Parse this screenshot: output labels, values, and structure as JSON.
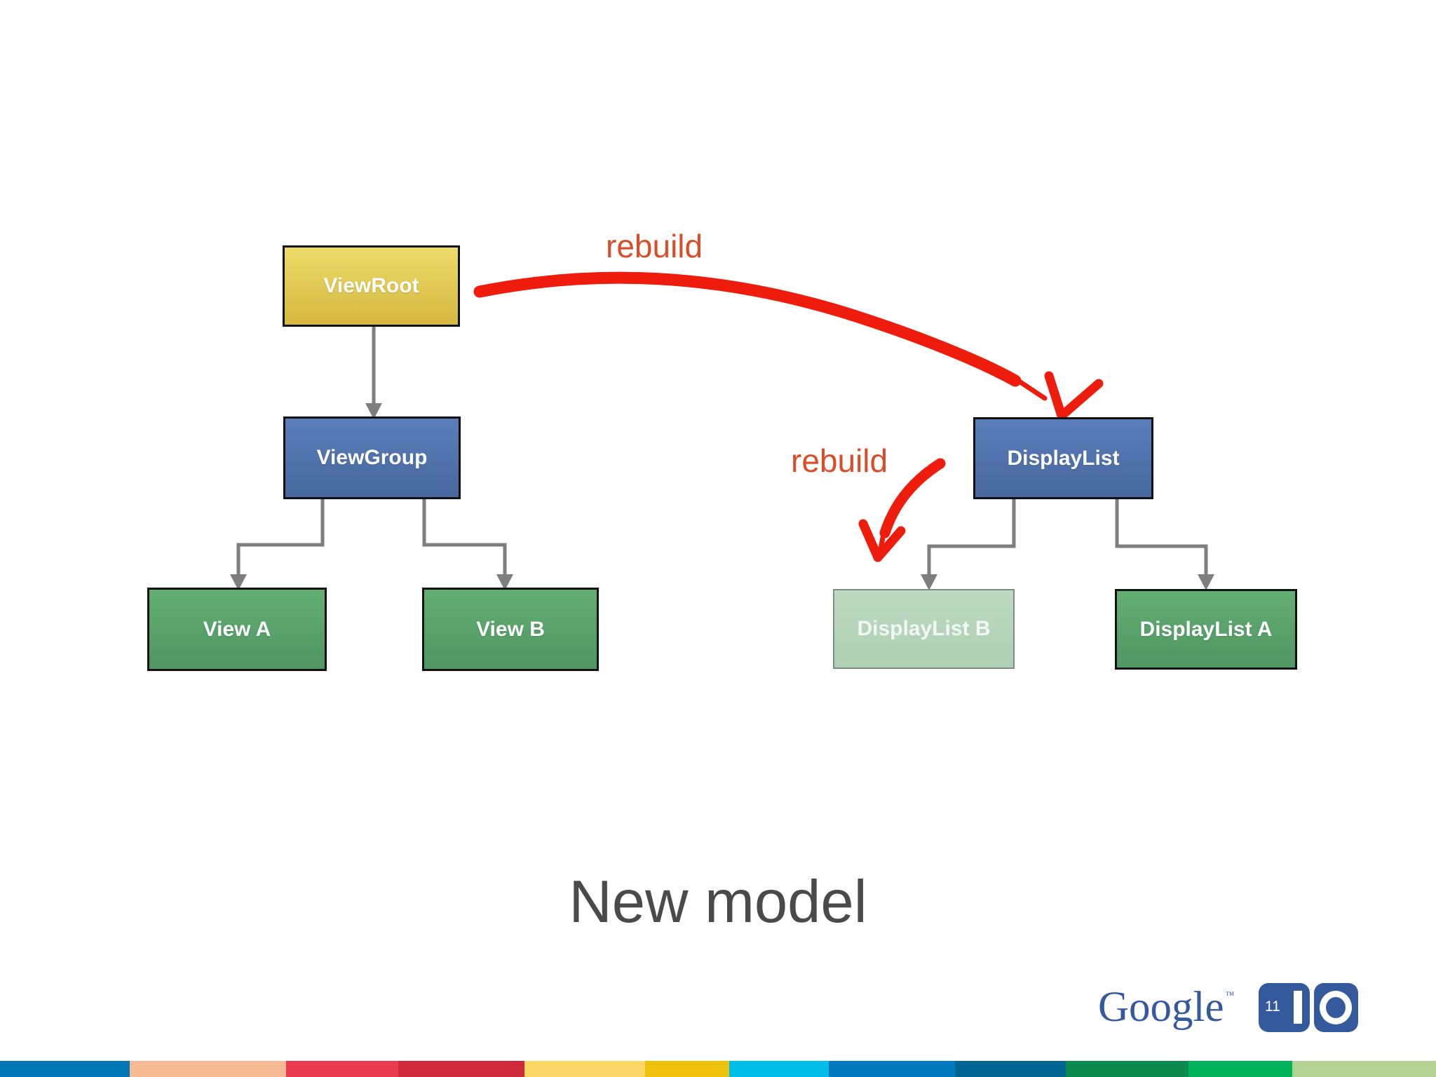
{
  "slide": {
    "title": "New model"
  },
  "theme": {
    "bg": "#ffffff",
    "title-color": "#4a4a4a",
    "rebuild-color": "#d94e28",
    "arrow-red": "#ee1c0c",
    "connector-gray": "#7e7e7e",
    "yellow-top": "#eddb69",
    "yellow-bottom": "#d5b840",
    "blue-top": "#5b7ebb",
    "blue-bottom": "#47679e",
    "green-top": "#63af73",
    "green-bottom": "#4f9663",
    "faded-top": "#bedac2",
    "faded-bottom": "#adcfb3",
    "faded-border": "#7e8e82",
    "node-border": "#121212",
    "google-blue": "#35599d"
  },
  "diagram": {
    "nodes": [
      {
        "id": "viewroot",
        "label": "ViewRoot",
        "color": "yellow"
      },
      {
        "id": "viewgroup",
        "label": "ViewGroup",
        "color": "blue"
      },
      {
        "id": "view-a",
        "label": "View A",
        "color": "green"
      },
      {
        "id": "view-b",
        "label": "View B",
        "color": "green"
      },
      {
        "id": "displaylist",
        "label": "DisplayList",
        "color": "blue"
      },
      {
        "id": "displaylist-b",
        "label": "DisplayList B",
        "color": "faded-green"
      },
      {
        "id": "displaylist-a",
        "label": "DisplayList A",
        "color": "green"
      }
    ],
    "annotations": [
      {
        "id": "rebuild-top",
        "label": "rebuild"
      },
      {
        "id": "rebuild-side",
        "label": "rebuild"
      }
    ]
  },
  "footer": {
    "logo": {
      "wordmark": "Google",
      "tm": "™",
      "year": "11"
    },
    "stripe_colors": [
      "#0077b4",
      "#f6ba94",
      "#ea3a4f",
      "#d02b3d",
      "#fbd768",
      "#efc20f",
      "#00bee8",
      "#0079be",
      "#006593",
      "#0a8a4e",
      "#00b25c",
      "#b3d193"
    ]
  }
}
